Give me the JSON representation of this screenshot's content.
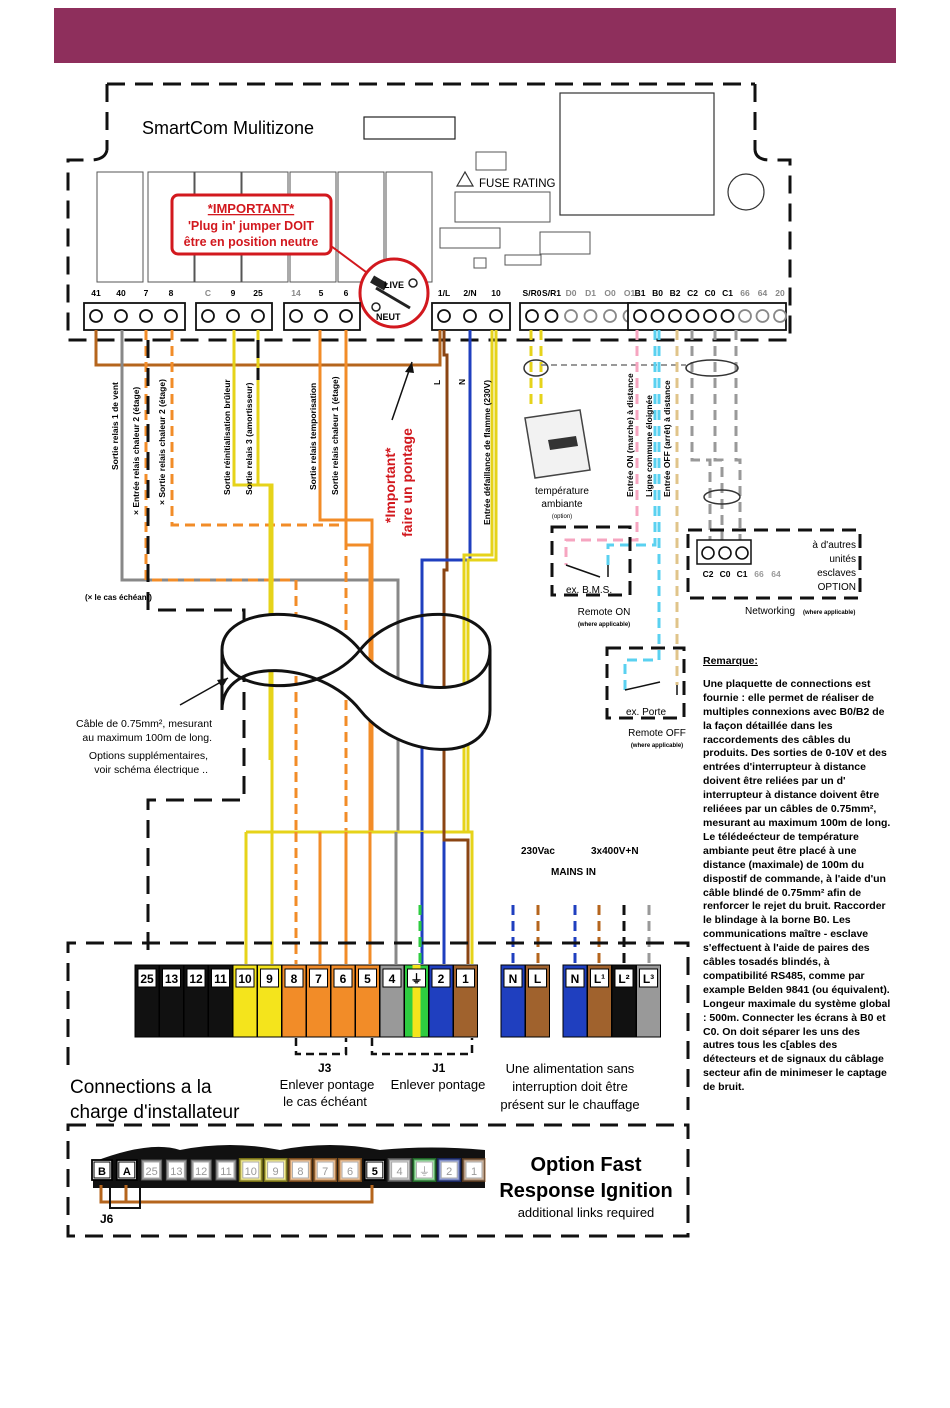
{
  "header": {
    "band_color": "#8e2f5c"
  },
  "board": {
    "title": "SmartCom Mulitizone",
    "fuse_rating": "FUSE RATING",
    "important": {
      "line1": "*IMPORTANT*",
      "line2": "'Plug in' jumper DOIT",
      "line3": "être en position neutre"
    },
    "jumper_live": "LIVE",
    "jumper_neut": "NEUT",
    "terminal_groups": [
      [
        "41",
        "40",
        "7",
        "8"
      ],
      [
        "C",
        "9",
        "25"
      ],
      [
        "14",
        "5",
        "6"
      ],
      [
        "1/L",
        "2/N",
        "10"
      ],
      [
        "S/R0",
        "S/R1",
        "D0",
        "D1",
        "O0",
        "O1"
      ],
      [
        "B1",
        "B0",
        "B2",
        "C2",
        "C0",
        "C1",
        "66",
        "64",
        "20"
      ]
    ]
  },
  "wire_labels": {
    "relais_vent": "Sortie relais 1 de vent",
    "relais_chaleur2_a": "× Entrée relais chaleur 2 (étage)",
    "relais_chaleur2_b": "× Sortie relais chaleur 2 (étage)",
    "reinit_bruleur": "Sortie réinitialisation brûleur",
    "relais3": "Sortie relais 3 (amortisseur)",
    "temporisation": "Sortie relais temporisation",
    "chaleur1": "Sortie relais chaleur 1 (étage)",
    "important_pontage_1": "*Important*",
    "important_pontage_2": "faire un pontage",
    "L": "L",
    "N": "N",
    "flamme": "Entrée défaillance de flamme (230V)",
    "remote_on_in": "Entrée ON (marche) à distance",
    "ligne_commune": "Ligne commune éloignée",
    "remote_off_in": "Entrée OFF (arrêt) à distance",
    "le_cas": "(× le cas échéant)"
  },
  "sensor": {
    "line1": "température",
    "line2": "ambiante",
    "line3": "(option)"
  },
  "bms": {
    "label": "ex. B.M.S.",
    "title": "Remote ON",
    "sub": "(where applicable)"
  },
  "porte": {
    "label": "ex. Porte",
    "title": "Remote OFF",
    "sub": "(where applicable)"
  },
  "network": {
    "terms": [
      "C2",
      "C0",
      "C1",
      "66",
      "64"
    ],
    "text": [
      "à d'autres",
      "unités",
      "esclaves",
      "OPTION"
    ],
    "label": "Networking",
    "sub": "(where applicable)"
  },
  "cable_note": {
    "line1": "Câble de 0.75mm², mesurant",
    "line2": "au maximum 100m de long.",
    "line3": "Options supplémentaires,",
    "line4": "voir schéma électrique .."
  },
  "mains": {
    "v1": "230Vac",
    "v2": "3x400V+N",
    "label": "MAINS IN"
  },
  "installer_terminals": [
    "25",
    "13",
    "12",
    "11",
    "10",
    "9",
    "8",
    "7",
    "6",
    "5",
    "4",
    "⏚",
    "2",
    "1"
  ],
  "mains_single": [
    "N",
    "L"
  ],
  "mains_three": [
    "N",
    "L¹",
    "L²",
    "L³"
  ],
  "links": {
    "j3": "J3",
    "j3_text": "Enlever pontage",
    "j3_sub": "le cas échéant",
    "j1": "J1",
    "j1_text": "Enlever pontage"
  },
  "ups": {
    "line1": "Une alimentation sans",
    "line2": "interruption doit être",
    "line3": "présent sur le chauffage"
  },
  "connections_title": {
    "line1": "Connections a la",
    "line2": "charge d'installateur"
  },
  "fast_response": {
    "terminals": [
      "B",
      "A",
      "25",
      "13",
      "12",
      "11",
      "10",
      "9",
      "8",
      "7",
      "6",
      "5",
      "4",
      "⏚",
      "2",
      "1"
    ],
    "j6": "J6",
    "title1": "Option Fast",
    "title2": "Response Ignition",
    "sub": "additional links required"
  },
  "remarque": {
    "title": "Remarque:",
    "body": "Une plaquette de connections est fournie : elle permet de réaliser de multiples connexions avec B0/B2 de la façon détaillée dans les raccordements des câbles du produits. Des sorties de 0-10V et des entrées d'interrupteur à distance doivent être reliées par un d' interrupteur à distance doivent être reliéees par un câbles de 0.75mm², mesurant au maximum 100m de long. Le télédeécteur de température ambiante peut être placé à une distance (maximale) de 100m du dispostif de commande, à l'aide d'un câble blindé de 0.75mm² afin de renforcer le rejet du bruit. Raccorder le blindage à la borne B0. Les communications maître - esclave s'effectuent à l'aide de paires des câbles tosadés blindés, à compatibilité RS485, comme par example Belden 9841 (ou équivalent). Longeur maximale du système global : 500m. Connecter les écrans à B0 et C0. On doit séparer les uns des autres tous les c[ables des détecteurs et de signaux du câblage secteur afin de minimeser le captage de bruit."
  }
}
